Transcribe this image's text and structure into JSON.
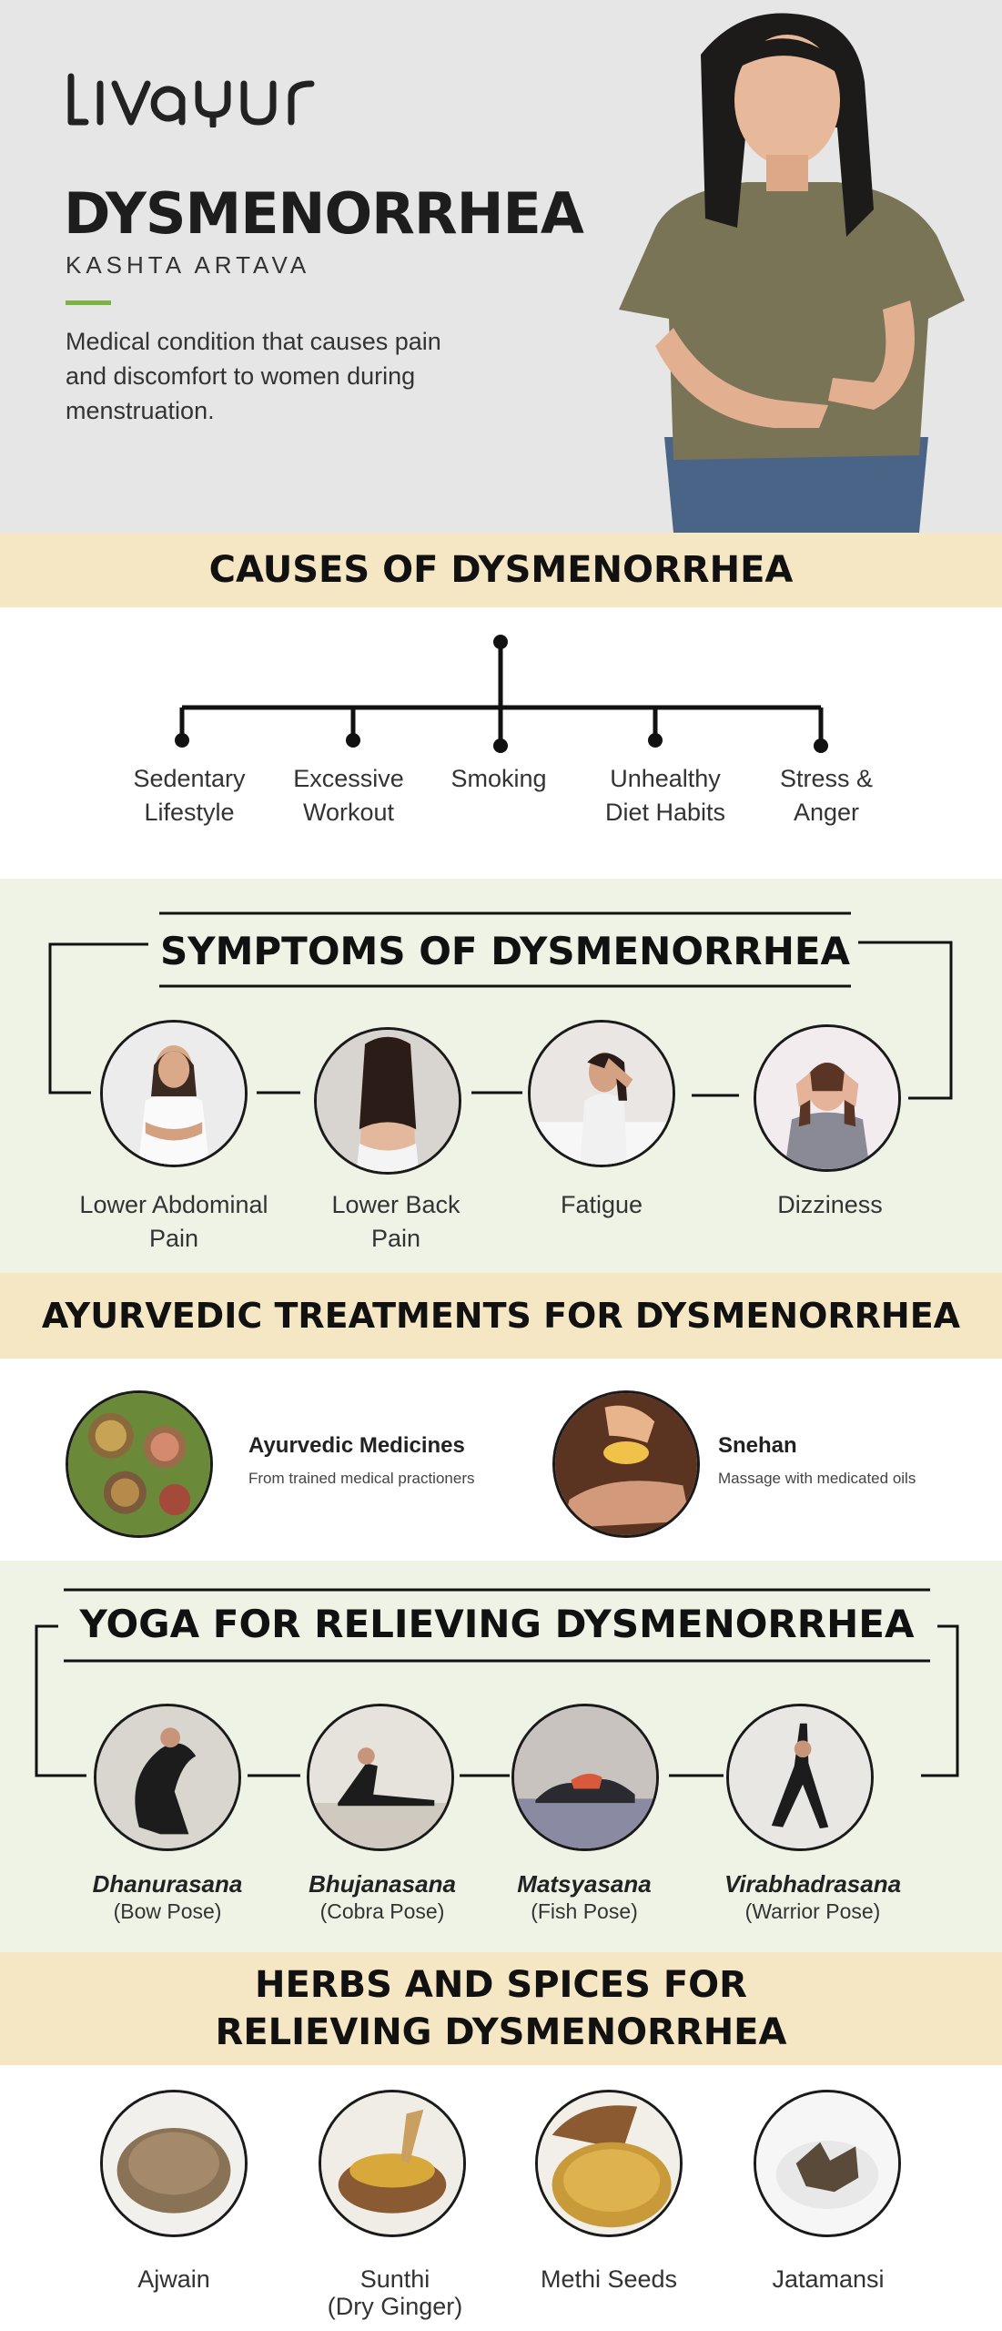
{
  "hero": {
    "logo": "LIVAYUR",
    "title": "DYSMENORRHEA",
    "subtitle": "KASHTA ARTAVA",
    "description": "Medical condition that causes pain and discomfort to women during menstruation."
  },
  "causes": {
    "title": "CAUSES OF DYSMENORRHEA",
    "items": [
      {
        "line1": "Sedentary",
        "line2": "Lifestyle"
      },
      {
        "line1": "Excessive",
        "line2": "Workout"
      },
      {
        "line1": "Smoking",
        "line2": ""
      },
      {
        "line1": "Unhealthy",
        "line2": "Diet Habits"
      },
      {
        "line1": "Stress &",
        "line2": "Anger"
      }
    ]
  },
  "symptoms": {
    "title": "SYMPTOMS OF DYSMENORRHEA",
    "items": [
      {
        "line1": "Lower Abdominal",
        "line2": "Pain"
      },
      {
        "line1": "Lower Back",
        "line2": "Pain"
      },
      {
        "line1": "Fatigue",
        "line2": ""
      },
      {
        "line1": "Dizziness",
        "line2": ""
      }
    ]
  },
  "treatments": {
    "title": "AYURVEDIC TREATMENTS FOR DYSMENORRHEA",
    "items": [
      {
        "name": "Ayurvedic Medicines",
        "desc": "From trained medical practioners"
      },
      {
        "name": "Snehan",
        "desc": "Massage with medicated oils"
      }
    ]
  },
  "yoga": {
    "title": "YOGA FOR RELIEVING DYSMENORRHEA",
    "items": [
      {
        "name": "Dhanurasana",
        "pose": "(Bow Pose)"
      },
      {
        "name": "Bhujanasana",
        "pose": "(Cobra Pose)"
      },
      {
        "name": "Matsyasana",
        "pose": "(Fish Pose)"
      },
      {
        "name": "Virabhadrasana",
        "pose": "(Warrior Pose)"
      }
    ]
  },
  "herbs": {
    "title_line1": "HERBS AND SPICES FOR",
    "title_line2": "RELIEVING DYSMENORRHEA",
    "items": [
      {
        "line1": "Ajwain",
        "line2": ""
      },
      {
        "line1": "Sunthi",
        "line2": "(Dry Ginger)"
      },
      {
        "line1": "Methi Seeds",
        "line2": ""
      },
      {
        "line1": "Jatamansi",
        "line2": ""
      }
    ]
  },
  "colors": {
    "hero_bg": "#e6e6e6",
    "banner_bg": "#f5e6c4",
    "section_green": "#eef3e6",
    "accent_green": "#7cb342"
  }
}
